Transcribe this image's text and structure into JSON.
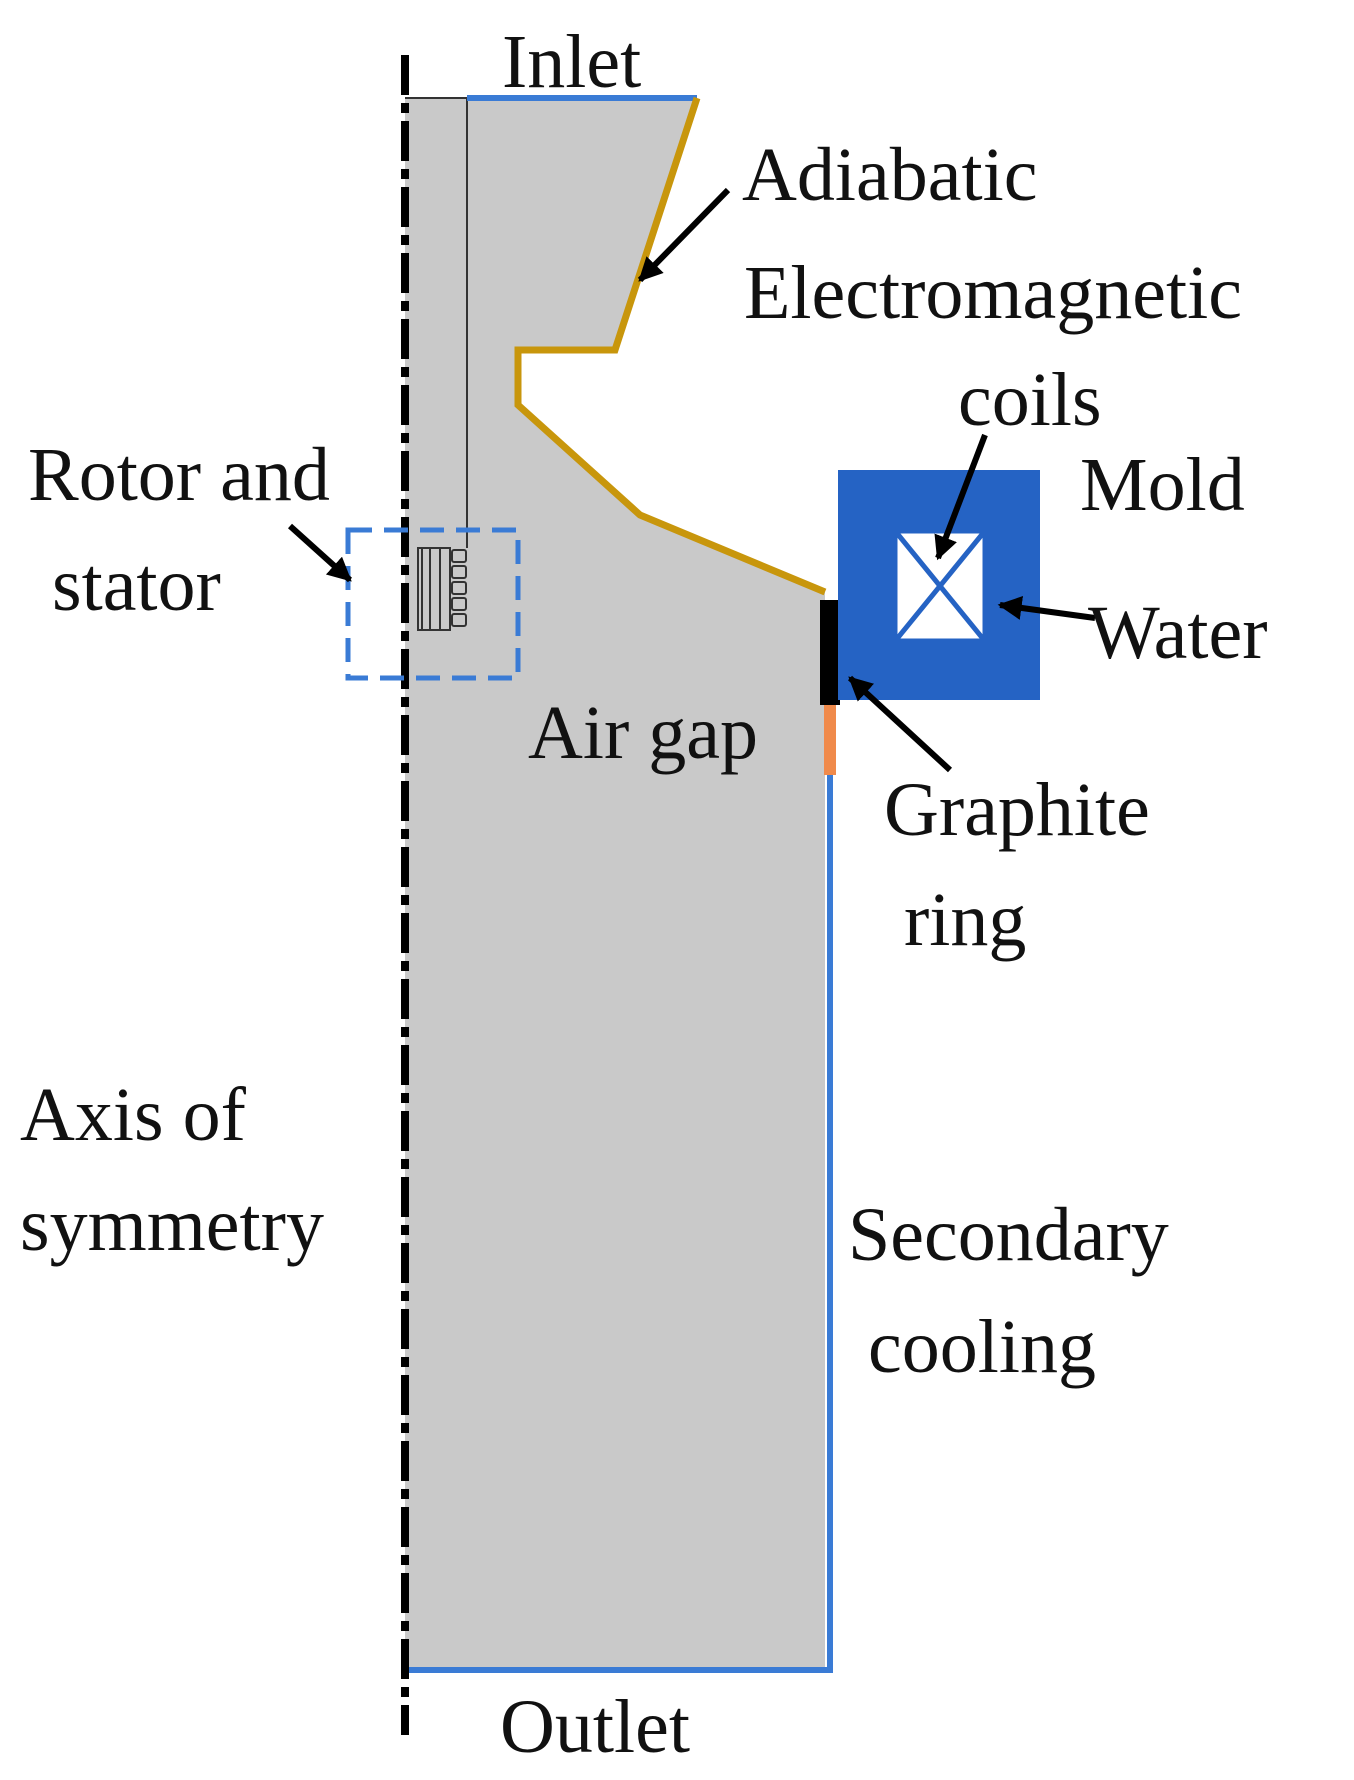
{
  "labels": {
    "inlet": "Inlet",
    "adiabatic": "Adiabatic",
    "electromagnetic": "Electromagnetic",
    "coils": "coils",
    "mold": "Mold",
    "water": "Water",
    "rotor_and": "Rotor and",
    "stator": "stator",
    "air_gap": "Air gap",
    "graphite": "Graphite",
    "ring": "ring",
    "axis_of": "Axis of",
    "symmetry": "symmetry",
    "secondary": "Secondary",
    "cooling": "cooling",
    "outlet": "Outlet"
  },
  "colors": {
    "domain_fill": "#c9c9c9",
    "inlet_outlet_line": "#3a7bd5",
    "adiabatic_line": "#c8960c",
    "mold_fill": "#2563c4",
    "coil_fill": "#ffffff",
    "graphite_ring": "#000000",
    "air_gap": "#f08a4b",
    "secondary_cooling": "#3a7bd5",
    "rotor_stator_box": "#3a7bd5",
    "axis": "#000000"
  }
}
